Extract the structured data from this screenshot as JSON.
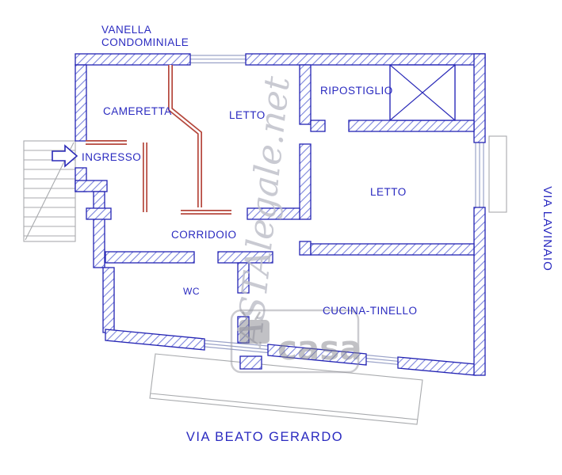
{
  "plan": {
    "streets": {
      "vanella_line1": "VANELLA",
      "vanella_line2": "CONDOMINIALE",
      "via_lavinaio": "VIA LAVINAIO",
      "via_beato_gerardo": "VIA BEATO GERARDO"
    },
    "rooms": {
      "cameretta": "CAMERETTA",
      "letto_top": "LETTO",
      "ripostiglio": "RIPOSTIGLIO",
      "ingresso": "INGRESSO",
      "letto_right": "LETTO",
      "corridoio": "CORRIDOIO",
      "wc": "WC",
      "cucina_tinello": "CUCINA-TINELLO"
    },
    "watermarks": {
      "site": "ASTAlegale.net",
      "logo": "casa"
    },
    "colors": {
      "wall_blue": "#2424b4",
      "hatch_blue": "#7b84dc",
      "partition_red": "#b5473c",
      "label_blue": "#2a2ac0",
      "stairs_gray": "#a8aaad",
      "watermark_gray": "#bcbec8"
    }
  }
}
